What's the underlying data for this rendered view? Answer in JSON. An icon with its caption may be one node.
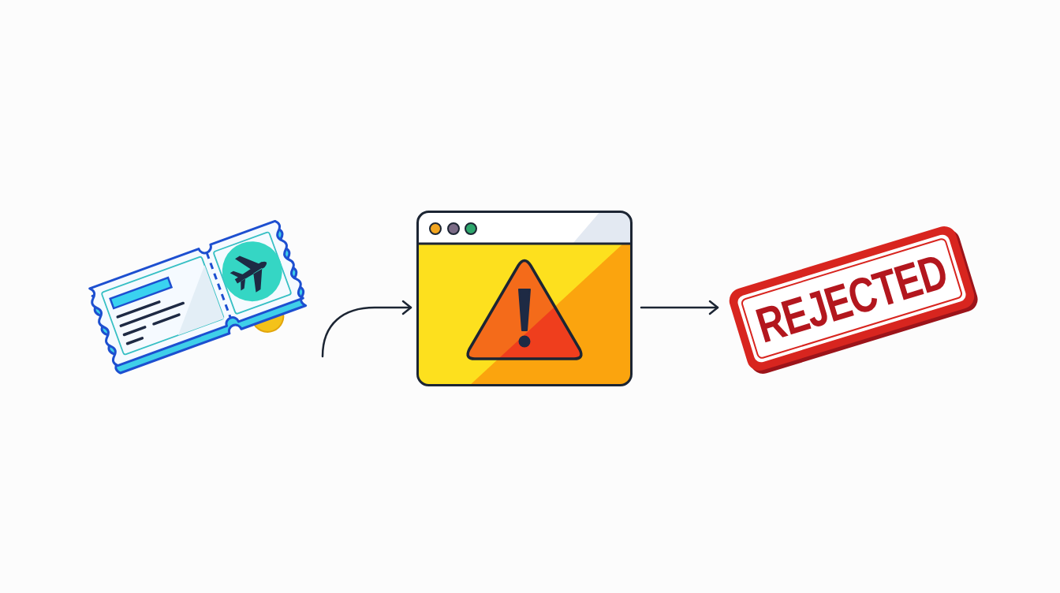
{
  "diagram": {
    "nodes": [
      {
        "text": [],
        "shape": "picture"
      },
      {
        "text": [],
        "shape": "picture"
      },
      {
        "text": [
          "REJECTED"
        ]
      }
    ],
    "edges": [
      {
        "from": 0,
        "to": 1,
        "arrow": "to"
      },
      {
        "from": 1,
        "to": 2,
        "arrow": "to"
      }
    ]
  }
}
